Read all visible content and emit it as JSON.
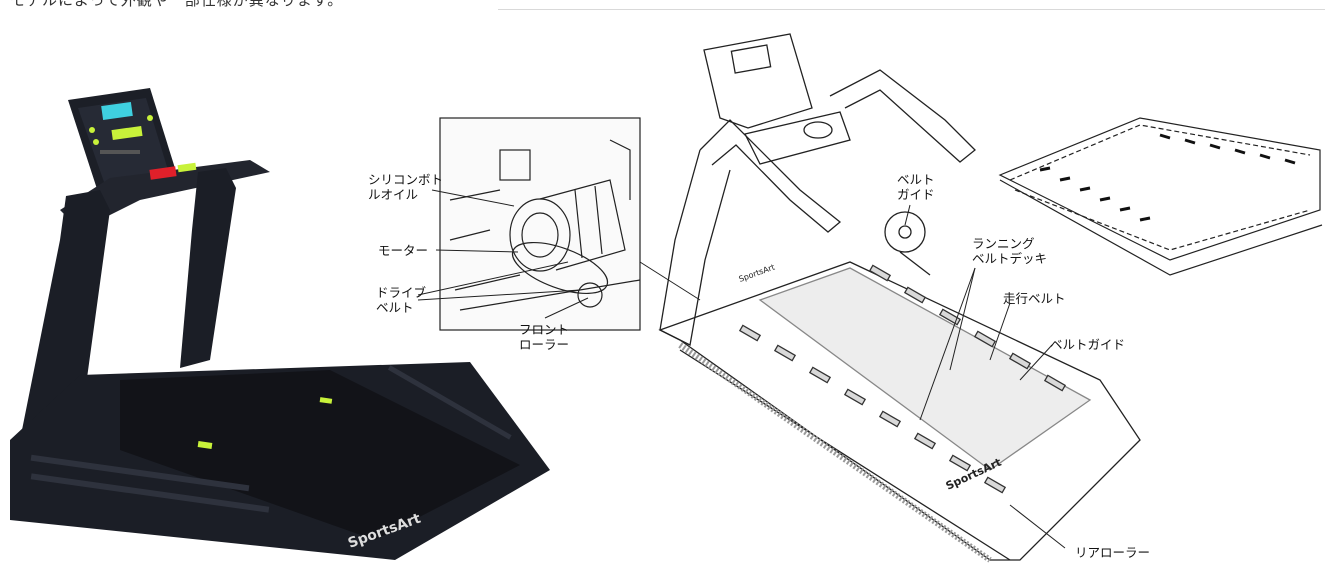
{
  "header": {
    "note": "モデルによって外観や一部仕様が異なります。"
  },
  "callouts": {
    "silicone_oil": [
      "シリコンボト",
      "ルオイル"
    ],
    "motor": "モーター",
    "drive_belt": [
      "ドライブ",
      "ベルト"
    ],
    "front_roller": [
      "フロント",
      "ローラー"
    ],
    "belt_guide_top": [
      "ベルト",
      "ガイド"
    ],
    "running_deck": [
      "ランニング",
      "ベルトデッキ"
    ],
    "running_belt": "走行ベルト",
    "belt_guide": "ベルトガイド",
    "rear_roller": "リアローラー"
  },
  "brand": {
    "logo": "SportsArt"
  },
  "colors": {
    "frame": "#1b1e26",
    "deck": "#121318",
    "accent_green": "#c8f23a",
    "accent_red": "#e0202a",
    "line": "#222222"
  }
}
